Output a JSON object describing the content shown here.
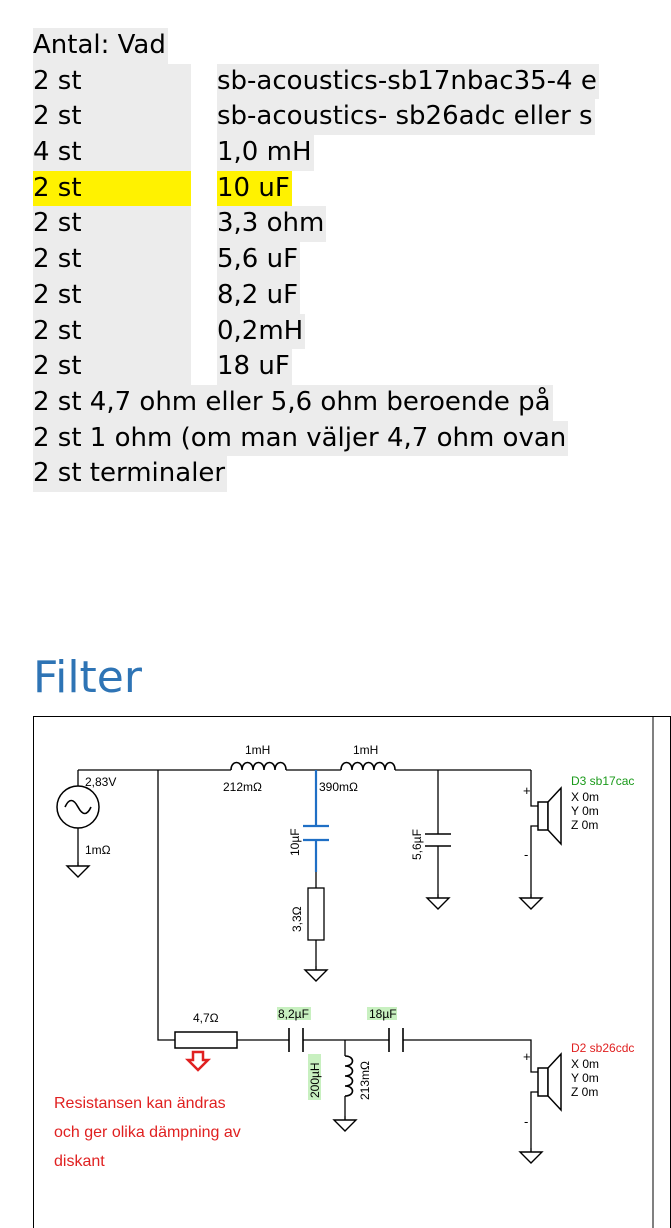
{
  "list": {
    "header": "Antal: Vad",
    "rows": [
      {
        "qty": "2 st",
        "item": "sb-acoustics-sb17nbac35-4 e",
        "highlight": false
      },
      {
        "qty": "2 st",
        "item": "sb-acoustics- sb26adc eller s",
        "highlight": false
      },
      {
        "qty": "4 st",
        "item": "1,0 mH",
        "highlight": false
      },
      {
        "qty": "2 st",
        "item": "10 uF",
        "highlight": true
      },
      {
        "qty": "2 st",
        "item": "3,3 ohm",
        "highlight": false
      },
      {
        "qty": "2 st",
        "item": "5,6 uF",
        "highlight": false
      },
      {
        "qty": "2 st",
        "item": "8,2 uF",
        "highlight": false
      },
      {
        "qty": "2 st",
        "item": "0,2mH",
        "highlight": false
      },
      {
        "qty": "2 st",
        "item": "18 uF",
        "highlight": false
      }
    ],
    "full_rows": [
      "2 st 4,7 ohm eller 5,6 ohm beroende på",
      "2 st 1 ohm (om man väljer 4,7 ohm ovan",
      "2 st terminaler"
    ]
  },
  "section_title": "Filter",
  "schematic": {
    "source_voltage": "2,83V",
    "source_resistance": "1mΩ",
    "l1_value": "1mH",
    "l1_resistance": "212mΩ",
    "l2_value": "1mH",
    "l2_resistance": "390mΩ",
    "c_10uf": "10µF",
    "c_5_6uf": "5,6µF",
    "r_3_3": "3,3Ω",
    "r_4_7": "4,7Ω",
    "c_8_2uf": "8,2µF",
    "c_18uf": "18µF",
    "l3_value": "200µH",
    "l3_resistance": "213mΩ",
    "d3": {
      "name": "D3 sb17cac",
      "x": "X 0m",
      "y": "Y 0m",
      "z": "Z 0m"
    },
    "d2": {
      "name": "D2 sb26cdc",
      "x": "X 0m",
      "y": "Y 0m",
      "z": "Z 0m"
    },
    "plus": "+",
    "minus": "-",
    "annotation_lines": [
      "Resistansen kan ändras",
      "och ger olika dämpning av",
      "diskant"
    ],
    "colors": {
      "wire": "#000000",
      "highlight_wire": "#1f6fc5",
      "label_bg": "#c8f0c0",
      "driver_text": "#1a9a1a",
      "driver_text_d2": "#e02020",
      "annotation": "#e02020",
      "arrow": "#e02020"
    }
  }
}
